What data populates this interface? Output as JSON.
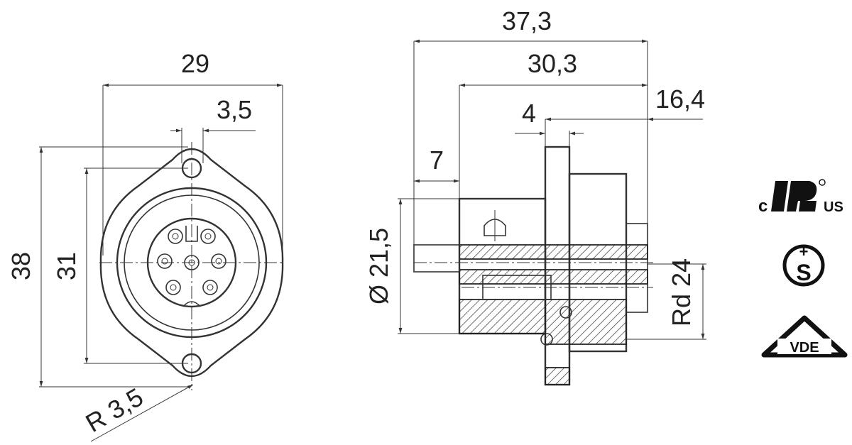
{
  "front_view": {
    "dim_width": "29",
    "dim_pin_spacing": "3,5",
    "dim_height": "38",
    "dim_hole_spacing": "31",
    "dim_radius": "R 3,5"
  },
  "side_view": {
    "dim_overall": "37,3",
    "dim_body": "30,3",
    "dim_flange_to_end": "16,4",
    "dim_flange_thickness": "4",
    "dim_rear": "7",
    "dim_diameter": "Ø 21,5",
    "dim_thread": "Rd 24"
  },
  "certifications": {
    "ul_prefix": "c",
    "ul_suffix": "US",
    "vde_label": "VDE",
    "s_mark": "S"
  }
}
